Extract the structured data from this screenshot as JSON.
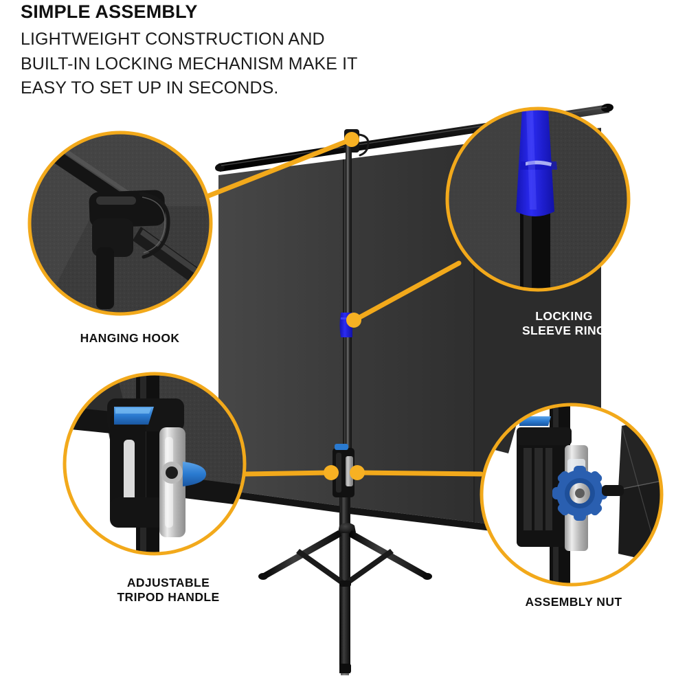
{
  "headline": "SIMPLE ASSEMBLY",
  "subcopy": "LIGHTWEIGHT CONSTRUCTION AND\nBUILT-IN LOCKING MECHANISM MAKE IT\nEASY TO SET UP IN SECONDS.",
  "callouts": {
    "hanging_hook": {
      "label": "HANGING HOOK"
    },
    "locking_sleeve": {
      "label": "LOCKING\nSLEEVE RING"
    },
    "tripod_handle": {
      "label": "ADJUSTABLE\nTRIPOD HANDLE"
    },
    "assembly_nut": {
      "label": "ASSEMBLY NUT"
    }
  },
  "colors": {
    "accent_yellow": "#F2A91B",
    "callout_dot": "#F7B123",
    "screen_gray": "#3E3E3E",
    "screen_gray_dark": "#343434",
    "frame_black": "#121212",
    "sleeve_blue": "#1F22DE",
    "clamp_blue": "#2E7BD6",
    "background": "#FFFFFF",
    "text_dark": "#111111",
    "text_light": "#FFFFFF"
  },
  "product": {
    "name": "tripod projector screen",
    "parts": [
      "top crossbar",
      "projection screen panel",
      "center telescoping pole",
      "locking sleeve ring",
      "adjustable tripod handle clamp",
      "assembly nut",
      "hanging hook",
      "tripod legs"
    ]
  }
}
